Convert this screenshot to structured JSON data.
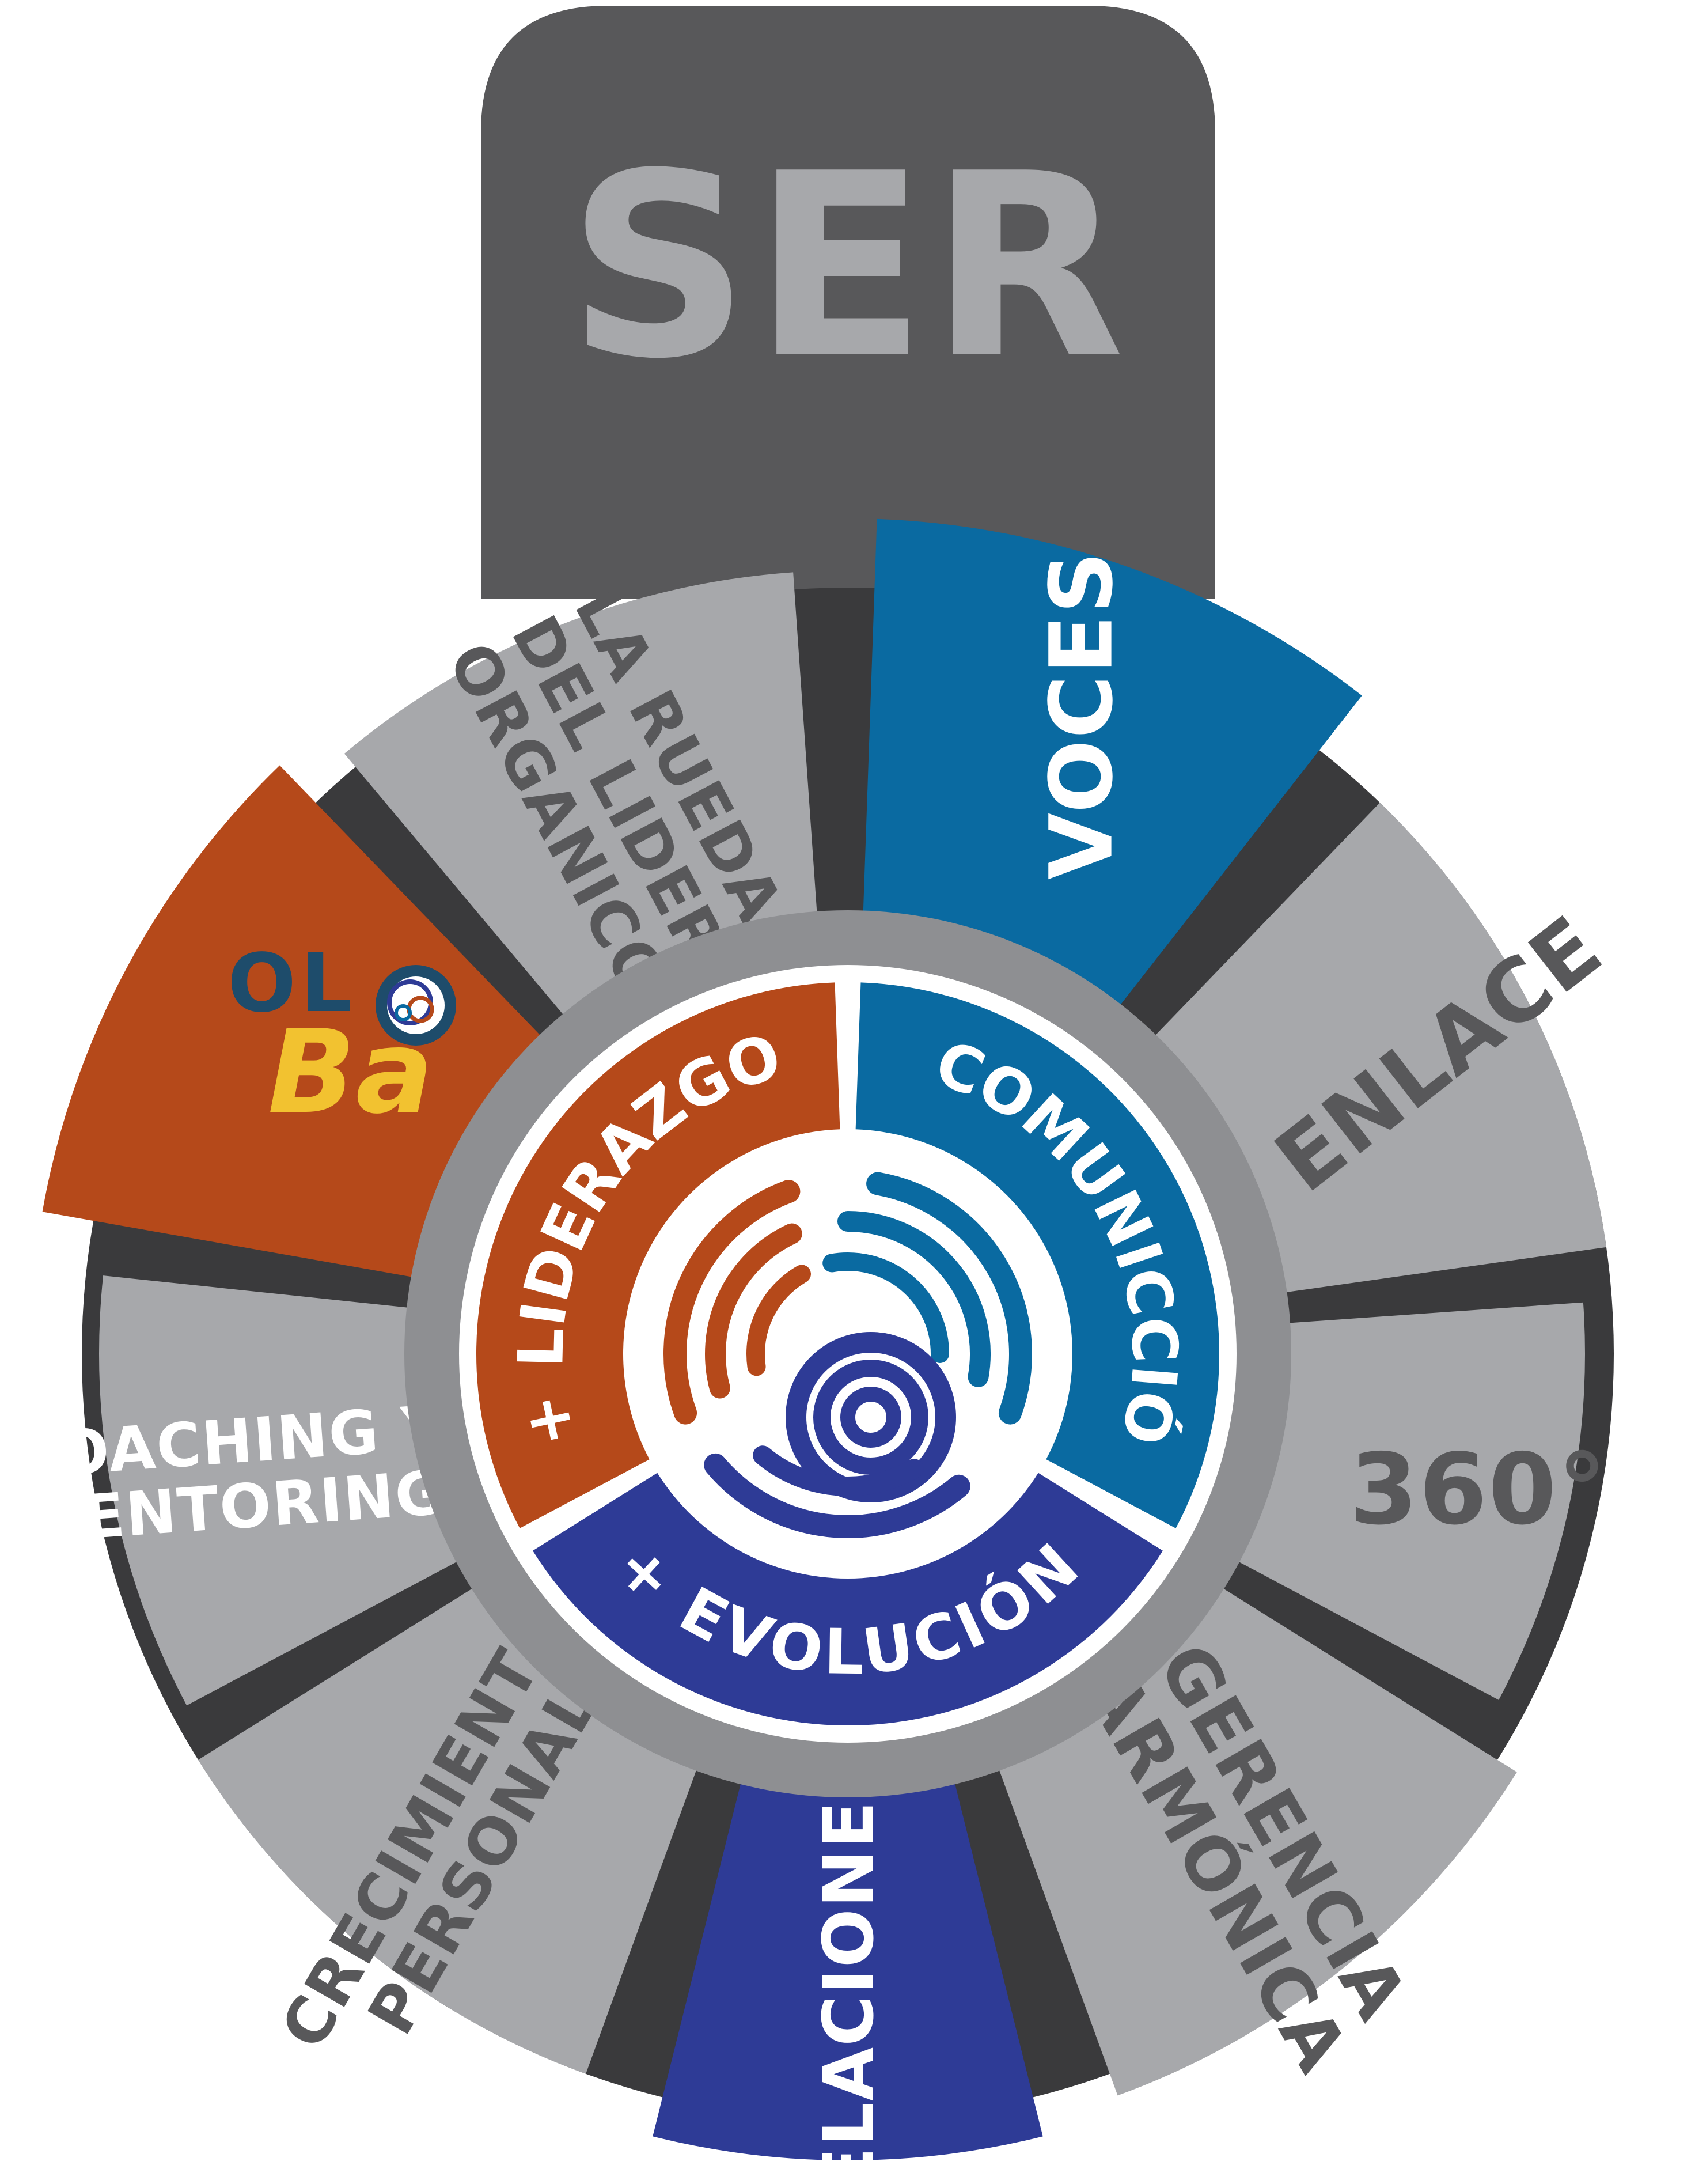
{
  "header": {
    "title": "SER",
    "color": "#58585a",
    "text_color": "#a7a8ab"
  },
  "wheel": {
    "segments": [
      {
        "id": "voces",
        "lines": [
          "VOCES"
        ],
        "fill": "#0a6aa1",
        "text_color": "#ffffff"
      },
      {
        "id": "enlace",
        "lines": [
          "ENLACE"
        ],
        "fill": "#a7a8ab",
        "text_color": "#58585a"
      },
      {
        "id": "360",
        "lines": [
          "360°"
        ],
        "fill": "#a7a8ab",
        "text_color": "#58585a"
      },
      {
        "id": "gerencia-armonica",
        "lines": [
          "GERENCIA",
          "ARMÓNICA"
        ],
        "fill": "#a7a8ab",
        "text_color": "#58585a"
      },
      {
        "id": "relaciones",
        "lines": [
          "RELACIONES"
        ],
        "fill": "#2e3b96",
        "text_color": "#ffffff"
      },
      {
        "id": "crecimiento-personal",
        "lines": [
          "CRECIMIENTO",
          "PERSONAL"
        ],
        "fill": "#a7a8ab",
        "text_color": "#58585a"
      },
      {
        "id": "coaching-mentoring",
        "lines": [
          "COACHING Y",
          "MENTORING"
        ],
        "fill": "#a7a8ab",
        "text_color": "#ffffff"
      },
      {
        "id": "olba",
        "lines": [],
        "fill": "#b5491a",
        "text_color": "#ffffff"
      },
      {
        "id": "rueda-lider",
        "lines": [
          "LA RUEDA",
          "DEL LIDER",
          "ORGANICO"
        ],
        "fill": "#a7a8ab",
        "text_color": "#58585a"
      }
    ]
  },
  "logo": {
    "text_ol": "OL",
    "text_ba": "Ba",
    "ol_color": "#1e4c6b",
    "ba_color": "#f2c230"
  },
  "inner_ring": {
    "items": [
      {
        "id": "liderazgo",
        "label": "+ LIDERAZGO",
        "fill": "#b5491a"
      },
      {
        "id": "comunicacion",
        "label": "+ COMUNICCIÓN",
        "fill": "#0a6aa1"
      },
      {
        "id": "evolucion",
        "label": "+ EVOLUCIÓN",
        "fill": "#2e3b96"
      }
    ]
  },
  "colors": {
    "ring_gray": "#8e8f92",
    "dark_gap": "#3a3a3c",
    "orange": "#b5491a",
    "blue": "#0a6aa1",
    "navy": "#2e3b96"
  }
}
